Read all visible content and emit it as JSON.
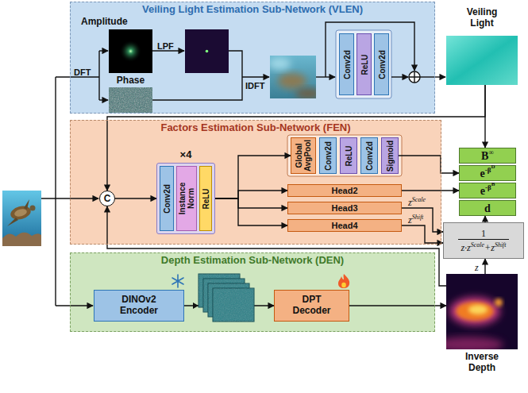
{
  "diagram": {
    "nodes": [
      {
        "text": [
          "Veiling Light Estimation Sub-Network (VLEN)"
        ]
      },
      {
        "text": [
          "Amplitude"
        ],
        "in": 0
      },
      {
        "text": [
          "Phase"
        ],
        "in": 0
      },
      {
        "text": [
          "Conv2d"
        ],
        "in": 0
      },
      {
        "text": [
          "ReLU"
        ],
        "in": 0
      },
      {
        "text": [
          "Conv2d"
        ],
        "in": 0
      },
      {
        "text": [
          "Veiling Light"
        ]
      },
      {
        "text": [
          "Factors Estimation Sub-Network (FEN)"
        ]
      },
      {
        "text": [
          "C"
        ],
        "in": 7
      },
      {
        "text": [
          "×4"
        ],
        "in": 7
      },
      {
        "text": [
          "Conv2d"
        ],
        "in": 9
      },
      {
        "text": [
          "Instance Norm"
        ],
        "in": 9
      },
      {
        "text": [
          "ReLU"
        ],
        "in": 9
      },
      {
        "text": [
          "Global AvgPool"
        ],
        "in": 7
      },
      {
        "text": [
          "Conv2d"
        ],
        "in": 7
      },
      {
        "text": [
          "ReLU"
        ],
        "in": 7
      },
      {
        "text": [
          "Conv2d"
        ],
        "in": 7
      },
      {
        "text": [
          "Sigmoid"
        ],
        "in": 7
      },
      {
        "text": [
          "Head2"
        ],
        "in": 7
      },
      {
        "text": [
          "Head3"
        ],
        "in": 7
      },
      {
        "text": [
          "Head4"
        ],
        "in": 7
      },
      {
        "text": [
          "B",
          "∞"
        ]
      },
      {
        "text": [
          "e",
          "-β",
          "D"
        ]
      },
      {
        "text": [
          "e",
          "-β",
          "B"
        ]
      },
      {
        "text": [
          "d"
        ]
      },
      {
        "text": [
          "1",
          "z·z",
          "Scale",
          "+z",
          "Shift"
        ]
      },
      {
        "text": [
          "Depth Estimation Sub-Network (DEN)"
        ]
      },
      {
        "text": [
          "DINOv2 Encoder"
        ],
        "in": 26
      },
      {
        "text": [
          "DPT Decoder"
        ],
        "in": 26
      },
      {
        "text": [
          "Inverse Depth"
        ]
      }
    ],
    "edges": [
      {
        "from": 6,
        "to": 21,
        "arrow": "to"
      },
      {
        "from": 6,
        "to": 8,
        "arrow": "to"
      },
      {
        "from": 8,
        "to": 9,
        "arrow": "to"
      },
      {
        "from": 9,
        "to": 13,
        "arrow": "to"
      },
      {
        "from": 9,
        "to": 18,
        "arrow": "to"
      },
      {
        "from": 9,
        "to": 19,
        "arrow": "to"
      },
      {
        "from": 9,
        "to": 20,
        "arrow": "to"
      },
      {
        "from": 17,
        "to": 22,
        "arrow": "to"
      },
      {
        "from": 18,
        "to": 23,
        "arrow": "to"
      },
      {
        "from": 19,
        "to": 25,
        "arrow": "to"
      },
      {
        "from": 20,
        "to": 25,
        "arrow": "to"
      },
      {
        "from": 25,
        "to": 24,
        "arrow": "to"
      },
      {
        "from": 29,
        "to": 25,
        "arrow": "to"
      },
      {
        "from": 29,
        "to": 8,
        "arrow": "to"
      },
      {
        "from": 27,
        "to": 28,
        "arrow": "to"
      },
      {
        "from": 28,
        "to": 29,
        "arrow": "to"
      }
    ],
    "labels": [
      "DFT",
      "LPF",
      "IDFT",
      "z",
      "Scale",
      "z",
      "Shift",
      "z"
    ]
  }
}
